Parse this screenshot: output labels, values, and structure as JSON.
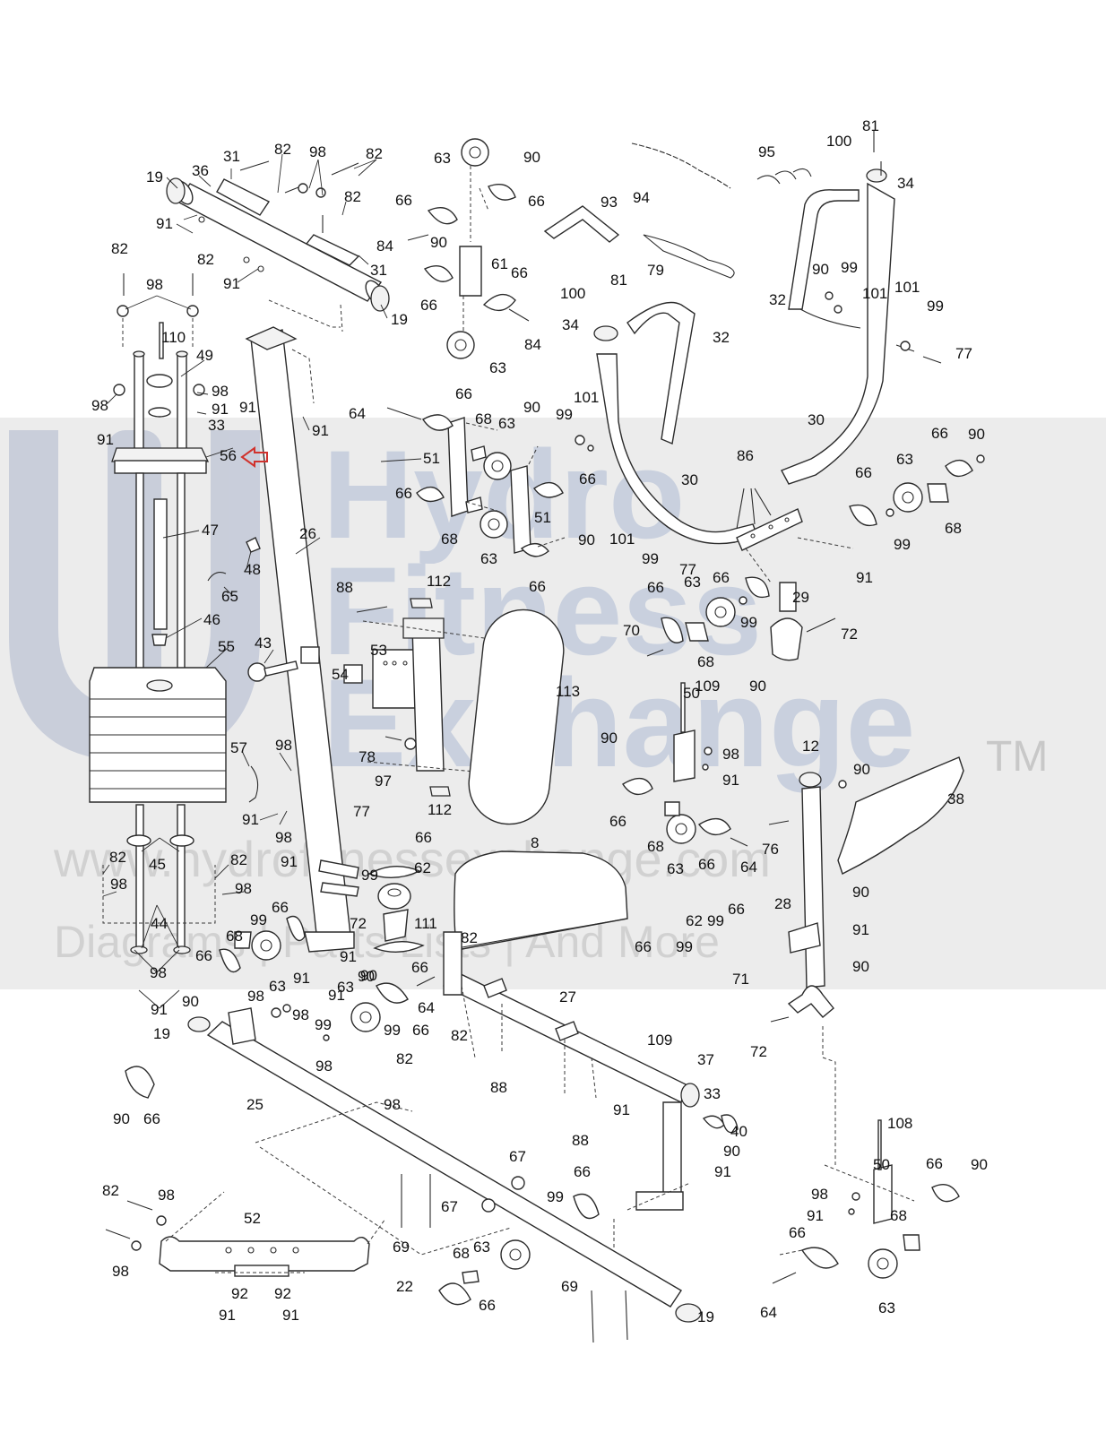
{
  "watermark": {
    "brand_line1": "Hydro",
    "brand_line2": "Fitness",
    "brand_line3": "Exchange",
    "trademark": "TM",
    "website": "www.hydrofitnessexchange.com",
    "tagline": "Diagrams | Parts Lists | And More"
  },
  "callouts": [
    {
      "id": "c1",
      "text": "19"
    },
    {
      "id": "c2",
      "text": "36"
    },
    {
      "id": "c3",
      "text": "31"
    },
    {
      "id": "c4",
      "text": "82"
    },
    {
      "id": "c5",
      "text": "98"
    },
    {
      "id": "c6",
      "text": "82"
    },
    {
      "id": "c7",
      "text": "82"
    },
    {
      "id": "c8",
      "text": "91"
    },
    {
      "id": "c9",
      "text": "82"
    },
    {
      "id": "c10",
      "text": "82"
    },
    {
      "id": "c11",
      "text": "91"
    },
    {
      "id": "c12",
      "text": "31"
    },
    {
      "id": "c13",
      "text": "19"
    },
    {
      "id": "c14",
      "text": "98"
    },
    {
      "id": "c15",
      "text": "110"
    },
    {
      "id": "c16",
      "text": "49"
    },
    {
      "id": "c17",
      "text": "98"
    },
    {
      "id": "c18",
      "text": "98"
    },
    {
      "id": "c19",
      "text": "91"
    },
    {
      "id": "c20",
      "text": "91"
    },
    {
      "id": "c21",
      "text": "33"
    },
    {
      "id": "c22",
      "text": "56"
    },
    {
      "id": "c23",
      "text": "91"
    },
    {
      "id": "c24",
      "text": "91"
    },
    {
      "id": "c25",
      "text": "47"
    },
    {
      "id": "c26",
      "text": "48"
    },
    {
      "id": "c27",
      "text": "65"
    },
    {
      "id": "c28",
      "text": "46"
    },
    {
      "id": "c29",
      "text": "55"
    },
    {
      "id": "c30",
      "text": "43"
    },
    {
      "id": "c31",
      "text": "26"
    },
    {
      "id": "c32",
      "text": "57"
    },
    {
      "id": "c33",
      "text": "98"
    },
    {
      "id": "c34",
      "text": "91"
    },
    {
      "id": "c35",
      "text": "98"
    },
    {
      "id": "c36",
      "text": "45"
    },
    {
      "id": "c37",
      "text": "82"
    },
    {
      "id": "c38",
      "text": "82"
    },
    {
      "id": "c39",
      "text": "98"
    },
    {
      "id": "c40",
      "text": "98"
    },
    {
      "id": "c41",
      "text": "44"
    },
    {
      "id": "c42",
      "text": "98"
    },
    {
      "id": "c43",
      "text": "91"
    },
    {
      "id": "c44",
      "text": "63"
    },
    {
      "id": "c45",
      "text": "90"
    },
    {
      "id": "c46",
      "text": "66"
    },
    {
      "id": "c47",
      "text": "66"
    },
    {
      "id": "c48",
      "text": "84"
    },
    {
      "id": "c49",
      "text": "90"
    },
    {
      "id": "c50",
      "text": "61"
    },
    {
      "id": "c51",
      "text": "66"
    },
    {
      "id": "c52",
      "text": "66"
    },
    {
      "id": "c53",
      "text": "84"
    },
    {
      "id": "c54",
      "text": "63"
    },
    {
      "id": "c55",
      "text": "93"
    },
    {
      "id": "c56",
      "text": "94"
    },
    {
      "id": "c57",
      "text": "95"
    },
    {
      "id": "c58",
      "text": "79"
    },
    {
      "id": "c59",
      "text": "81"
    },
    {
      "id": "c60",
      "text": "100"
    },
    {
      "id": "c61",
      "text": "34"
    },
    {
      "id": "c62",
      "text": "81"
    },
    {
      "id": "c63",
      "text": "100"
    },
    {
      "id": "c64",
      "text": "34"
    },
    {
      "id": "c65",
      "text": "32"
    },
    {
      "id": "c66",
      "text": "90"
    },
    {
      "id": "c67",
      "text": "99"
    },
    {
      "id": "c68",
      "text": "101"
    },
    {
      "id": "c69",
      "text": "101"
    },
    {
      "id": "c70",
      "text": "99"
    },
    {
      "id": "c71",
      "text": "77"
    },
    {
      "id": "c72",
      "text": "32"
    },
    {
      "id": "c73",
      "text": "30"
    },
    {
      "id": "c74",
      "text": "64"
    },
    {
      "id": "c75",
      "text": "66"
    },
    {
      "id": "c76",
      "text": "68"
    },
    {
      "id": "c77",
      "text": "63"
    },
    {
      "id": "c78",
      "text": "51"
    },
    {
      "id": "c79",
      "text": "66"
    },
    {
      "id": "c80",
      "text": "66"
    },
    {
      "id": "c81",
      "text": "51"
    },
    {
      "id": "c82",
      "text": "68"
    },
    {
      "id": "c83",
      "text": "63"
    },
    {
      "id": "c84",
      "text": "90"
    },
    {
      "id": "c85",
      "text": "66"
    },
    {
      "id": "c86",
      "text": "90"
    },
    {
      "id": "c87",
      "text": "99"
    },
    {
      "id": "c88",
      "text": "101"
    },
    {
      "id": "c89",
      "text": "30"
    },
    {
      "id": "c90",
      "text": "86"
    },
    {
      "id": "c91",
      "text": "101"
    },
    {
      "id": "c92",
      "text": "99"
    },
    {
      "id": "c93",
      "text": "77"
    },
    {
      "id": "c94",
      "text": "66"
    },
    {
      "id": "c95",
      "text": "90"
    },
    {
      "id": "c96",
      "text": "66"
    },
    {
      "id": "c97",
      "text": "63"
    },
    {
      "id": "c98",
      "text": "99"
    },
    {
      "id": "c99",
      "text": "68"
    },
    {
      "id": "c100",
      "text": "91"
    },
    {
      "id": "c101",
      "text": "29"
    },
    {
      "id": "c102",
      "text": "66"
    },
    {
      "id": "c103",
      "text": "63"
    },
    {
      "id": "c104",
      "text": "99"
    },
    {
      "id": "c105",
      "text": "66"
    },
    {
      "id": "c106",
      "text": "70"
    },
    {
      "id": "c107",
      "text": "68"
    },
    {
      "id": "c108",
      "text": "72"
    },
    {
      "id": "c109",
      "text": "90"
    },
    {
      "id": "c110",
      "text": "112"
    },
    {
      "id": "c111",
      "text": "88"
    },
    {
      "id": "c112",
      "text": "53"
    },
    {
      "id": "c113",
      "text": "54"
    },
    {
      "id": "c114",
      "text": "113"
    },
    {
      "id": "c115",
      "text": "109"
    },
    {
      "id": "c116",
      "text": "50"
    },
    {
      "id": "c117",
      "text": "90"
    },
    {
      "id": "c118",
      "text": "98"
    },
    {
      "id": "c119",
      "text": "91"
    },
    {
      "id": "c120",
      "text": "78"
    },
    {
      "id": "c121",
      "text": "97"
    },
    {
      "id": "c122",
      "text": "112"
    },
    {
      "id": "c123",
      "text": "66"
    },
    {
      "id": "c124",
      "text": "68"
    },
    {
      "id": "c125",
      "text": "63"
    },
    {
      "id": "c126",
      "text": "66"
    },
    {
      "id": "c127",
      "text": "64"
    },
    {
      "id": "c128",
      "text": "12"
    },
    {
      "id": "c129",
      "text": "90"
    },
    {
      "id": "c130",
      "text": "38"
    },
    {
      "id": "c131",
      "text": "76"
    },
    {
      "id": "c132",
      "text": "77"
    },
    {
      "id": "c133",
      "text": "8"
    },
    {
      "id": "c134",
      "text": "66"
    },
    {
      "id": "c135",
      "text": "91"
    },
    {
      "id": "c136",
      "text": "99"
    },
    {
      "id": "c137",
      "text": "62"
    },
    {
      "id": "c138",
      "text": "72"
    },
    {
      "id": "c139",
      "text": "111"
    },
    {
      "id": "c140",
      "text": "91"
    },
    {
      "id": "c141",
      "text": "90"
    },
    {
      "id": "c142",
      "text": "66"
    },
    {
      "id": "c143",
      "text": "68"
    },
    {
      "id": "c144",
      "text": "99"
    },
    {
      "id": "c145",
      "text": "66"
    },
    {
      "id": "c146",
      "text": "66"
    },
    {
      "id": "c147",
      "text": "63"
    },
    {
      "id": "c148",
      "text": "91"
    },
    {
      "id": "c149",
      "text": "90"
    },
    {
      "id": "c150",
      "text": "98"
    },
    {
      "id": "c151",
      "text": "98"
    },
    {
      "id": "c152",
      "text": "91"
    },
    {
      "id": "c153",
      "text": "19"
    },
    {
      "id": "c154",
      "text": "99"
    },
    {
      "id": "c155",
      "text": "63"
    },
    {
      "id": "c156",
      "text": "99"
    },
    {
      "id": "c157",
      "text": "66"
    },
    {
      "id": "c158",
      "text": "90"
    },
    {
      "id": "c159",
      "text": "64"
    },
    {
      "id": "c160",
      "text": "82"
    },
    {
      "id": "c161",
      "text": "82"
    },
    {
      "id": "c162",
      "text": "27"
    },
    {
      "id": "c163",
      "text": "82"
    },
    {
      "id": "c164",
      "text": "88"
    },
    {
      "id": "c165",
      "text": "88"
    },
    {
      "id": "c166",
      "text": "62"
    },
    {
      "id": "c167",
      "text": "99"
    },
    {
      "id": "c168",
      "text": "66"
    },
    {
      "id": "c169",
      "text": "66"
    },
    {
      "id": "c170",
      "text": "99"
    },
    {
      "id": "c171",
      "text": "71"
    },
    {
      "id": "c172",
      "text": "28"
    },
    {
      "id": "c173",
      "text": "90"
    },
    {
      "id": "c174",
      "text": "91"
    },
    {
      "id": "c175",
      "text": "90"
    },
    {
      "id": "c176",
      "text": "109"
    },
    {
      "id": "c177",
      "text": "37"
    },
    {
      "id": "c178",
      "text": "72"
    },
    {
      "id": "c179",
      "text": "90"
    },
    {
      "id": "c180",
      "text": "66"
    },
    {
      "id": "c181",
      "text": "98"
    },
    {
      "id": "c182",
      "text": "98"
    },
    {
      "id": "c183",
      "text": "25"
    },
    {
      "id": "c184",
      "text": "33"
    },
    {
      "id": "c185",
      "text": "40"
    },
    {
      "id": "c186",
      "text": "90"
    },
    {
      "id": "c187",
      "text": "91"
    },
    {
      "id": "c188",
      "text": "91"
    },
    {
      "id": "c189",
      "text": "67"
    },
    {
      "id": "c190",
      "text": "66"
    },
    {
      "id": "c191",
      "text": "99"
    },
    {
      "id": "c192",
      "text": "67"
    },
    {
      "id": "c193",
      "text": "69"
    },
    {
      "id": "c194",
      "text": "63"
    },
    {
      "id": "c195",
      "text": "68"
    },
    {
      "id": "c196",
      "text": "66"
    },
    {
      "id": "c197",
      "text": "22"
    },
    {
      "id": "c198",
      "text": "69"
    },
    {
      "id": "c199",
      "text": "19"
    },
    {
      "id": "c200",
      "text": "82"
    },
    {
      "id": "c201",
      "text": "98"
    },
    {
      "id": "c202",
      "text": "52"
    },
    {
      "id": "c203",
      "text": "98"
    },
    {
      "id": "c204",
      "text": "92"
    },
    {
      "id": "c205",
      "text": "92"
    },
    {
      "id": "c206",
      "text": "91"
    },
    {
      "id": "c207",
      "text": "91"
    },
    {
      "id": "c208",
      "text": "108"
    },
    {
      "id": "c209",
      "text": "50"
    },
    {
      "id": "c210",
      "text": "66"
    },
    {
      "id": "c211",
      "text": "90"
    },
    {
      "id": "c212",
      "text": "98"
    },
    {
      "id": "c213",
      "text": "91"
    },
    {
      "id": "c214",
      "text": "68"
    },
    {
      "id": "c215",
      "text": "66"
    },
    {
      "id": "c216",
      "text": "64"
    },
    {
      "id": "c217",
      "text": "63"
    }
  ]
}
